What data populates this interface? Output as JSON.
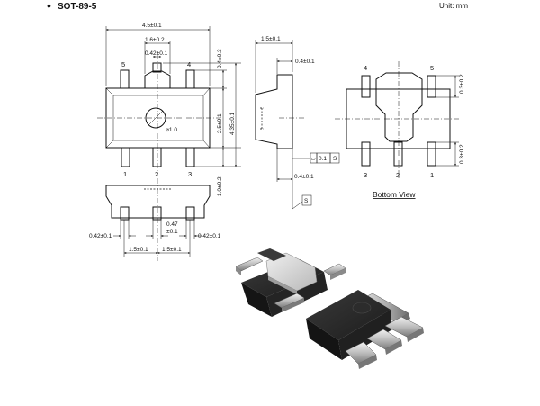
{
  "header": {
    "bullet": "•",
    "package_name": "SOT-89-5",
    "unit": "Unit: mm"
  },
  "top_view": {
    "dim_width": "4.5±0.1",
    "dim_tab_width": "1.6±0.2",
    "dim_tab_lead": "0.42±0.1",
    "dim_tab_height": "0.4±0.3",
    "dim_body_height": "2.5±0.1",
    "dim_total_height": "4.35±0.1",
    "dim_lead_length": "1.0±0.2",
    "hole": "⌀1.0",
    "pins": [
      "5",
      "4",
      "1",
      "2",
      "3"
    ]
  },
  "side_view": {
    "dim_thickness": "1.5±0.1",
    "dim_tab_thickness": "0.4±0.1",
    "dim_lead_thickness": "0.4±0.1",
    "datum_label": "S",
    "tolerance_symbol": "⏥",
    "tolerance_value": "0.1",
    "tolerance_datum": "S"
  },
  "front_view": {
    "dim_lead_left": "0.42±0.1",
    "dim_center_lead_top": "0.47",
    "dim_center_lead_bot": "±0.1",
    "dim_lead_right": "0.42±0.1",
    "dim_pitch_left": "1.5±0.1",
    "dim_pitch_right": "1.5±0.1"
  },
  "bottom_view": {
    "title": "Bottom View",
    "dim_top": "0.3±0.2",
    "dim_bottom": "0.3±0.2",
    "pins": [
      "4",
      "5",
      "3",
      "2",
      "1"
    ]
  }
}
